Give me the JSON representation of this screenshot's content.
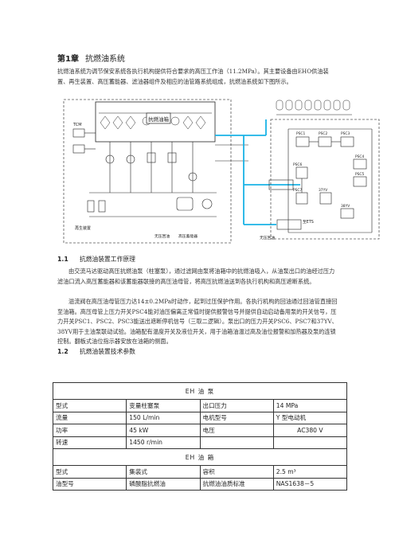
{
  "chapter": {
    "number": "第1章",
    "title": "抗燃油系统"
  },
  "intro": "抗燃油系统为调节保安系统各执行机构提供符合要求的高压工作油（11.2MPa）。其主要设备由EHO供油装置、再生装置、高压蓄能器、滤油器组件及相应的油管路系统组成，抗燃油系统如下图所示。",
  "diagram": {
    "tank_label": "抗燃油箱",
    "left_labels": [
      "TCM",
      "再生装置"
    ],
    "mid_labels": [
      "高压蓄能器",
      "无压回油"
    ],
    "bottom_labels": [
      "无压回油",
      "至ETS"
    ],
    "switch_labels": [
      "PSC1",
      "PSC2",
      "PSC3",
      "PSC4",
      "PSC5",
      "PSC6",
      "PSC7",
      "37YV",
      "38YV"
    ]
  },
  "section_1_1": {
    "number": "1.1",
    "title": "抗燃油装置工作原理",
    "p1": "由交流马达驱动高压抗燃油泵（柱塞泵），通过滤网由泵将油箱中的抗燃油吸入，从油泵出口的油经过压力滤油口流入高压蓄能器和该蓄能器联接的高压油母管，将高压抗燃油送到各执行机构和高压遮断系统。",
    "p2": "溢流阀在高压油母管压力达14±0.2MPa时动作，起到过压保护作用。各执行机构的回油通过回油管直接回至油箱。高压母管上压力开关PSC4能对油压偏离正常值时提供报警信号并提供自动启动备用泵的开关信号，压力开关PSC1、PSC2、PSC3能送出遮断停机信号（三取二逻辑）。泵出口的压力开关PSC6、PSC7和37YV、38YV用于主油泵联动试验。油箱配有温度开关及液位开关，用于油箱油温过高及油位报警和加热器及泵的连锁控制。翻板式油位指示器安放在油箱的侧面。"
  },
  "section_1_2": {
    "number": "1.2",
    "title": "抗燃油装置技术参数"
  },
  "table": {
    "pump_header": "EH 油 泵",
    "pump_rows": [
      [
        "型式",
        "变量柱塞泵",
        "出口压力",
        "14 MPa"
      ],
      [
        "流量",
        "150 L/min",
        "电机型号",
        "Y 型电动机"
      ],
      [
        "功率",
        "45 kW",
        "电压",
        "AC380 V"
      ],
      [
        "转速",
        "1450 r/min",
        "",
        ""
      ]
    ],
    "tank_header": "EH 油 箱",
    "tank_rows": [
      [
        "型式",
        "集装式",
        "容积",
        "2.5 m³"
      ],
      [
        "油型号",
        "磷酸脂抗燃油",
        "抗燃油油质标准",
        "NAS1638－5"
      ]
    ]
  },
  "colors": {
    "line": "#222222",
    "cyan": "#19b3e6",
    "dash": "#555555"
  }
}
